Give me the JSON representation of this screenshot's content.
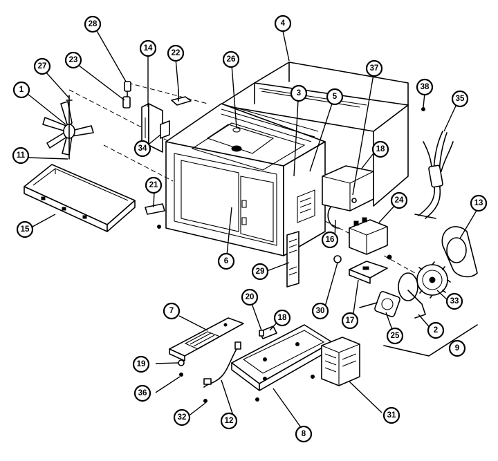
{
  "callouts": [
    {
      "id": "28",
      "label": "28"
    },
    {
      "id": "14",
      "label": "14"
    },
    {
      "id": "22",
      "label": "22"
    },
    {
      "id": "23",
      "label": "23"
    },
    {
      "id": "27",
      "label": "27"
    },
    {
      "id": "1",
      "label": "1"
    },
    {
      "id": "26",
      "label": "26"
    },
    {
      "id": "4",
      "label": "4"
    },
    {
      "id": "37",
      "label": "37"
    },
    {
      "id": "38",
      "label": "38"
    },
    {
      "id": "35",
      "label": "35"
    },
    {
      "id": "3",
      "label": "3"
    },
    {
      "id": "5",
      "label": "5"
    },
    {
      "id": "18a",
      "label": "18"
    },
    {
      "id": "11",
      "label": "11"
    },
    {
      "id": "34",
      "label": "34"
    },
    {
      "id": "21",
      "label": "21"
    },
    {
      "id": "15",
      "label": "15"
    },
    {
      "id": "6",
      "label": "6"
    },
    {
      "id": "24",
      "label": "24"
    },
    {
      "id": "13",
      "label": "13"
    },
    {
      "id": "16",
      "label": "16"
    },
    {
      "id": "29",
      "label": "29"
    },
    {
      "id": "30",
      "label": "30"
    },
    {
      "id": "17",
      "label": "17"
    },
    {
      "id": "33",
      "label": "33"
    },
    {
      "id": "7",
      "label": "7"
    },
    {
      "id": "20",
      "label": "20"
    },
    {
      "id": "18b",
      "label": "18"
    },
    {
      "id": "25",
      "label": "25"
    },
    {
      "id": "2",
      "label": "2"
    },
    {
      "id": "9",
      "label": "9"
    },
    {
      "id": "19",
      "label": "19"
    },
    {
      "id": "36",
      "label": "36"
    },
    {
      "id": "32",
      "label": "32"
    },
    {
      "id": "12",
      "label": "12"
    },
    {
      "id": "8",
      "label": "8"
    },
    {
      "id": "31",
      "label": "31"
    }
  ]
}
